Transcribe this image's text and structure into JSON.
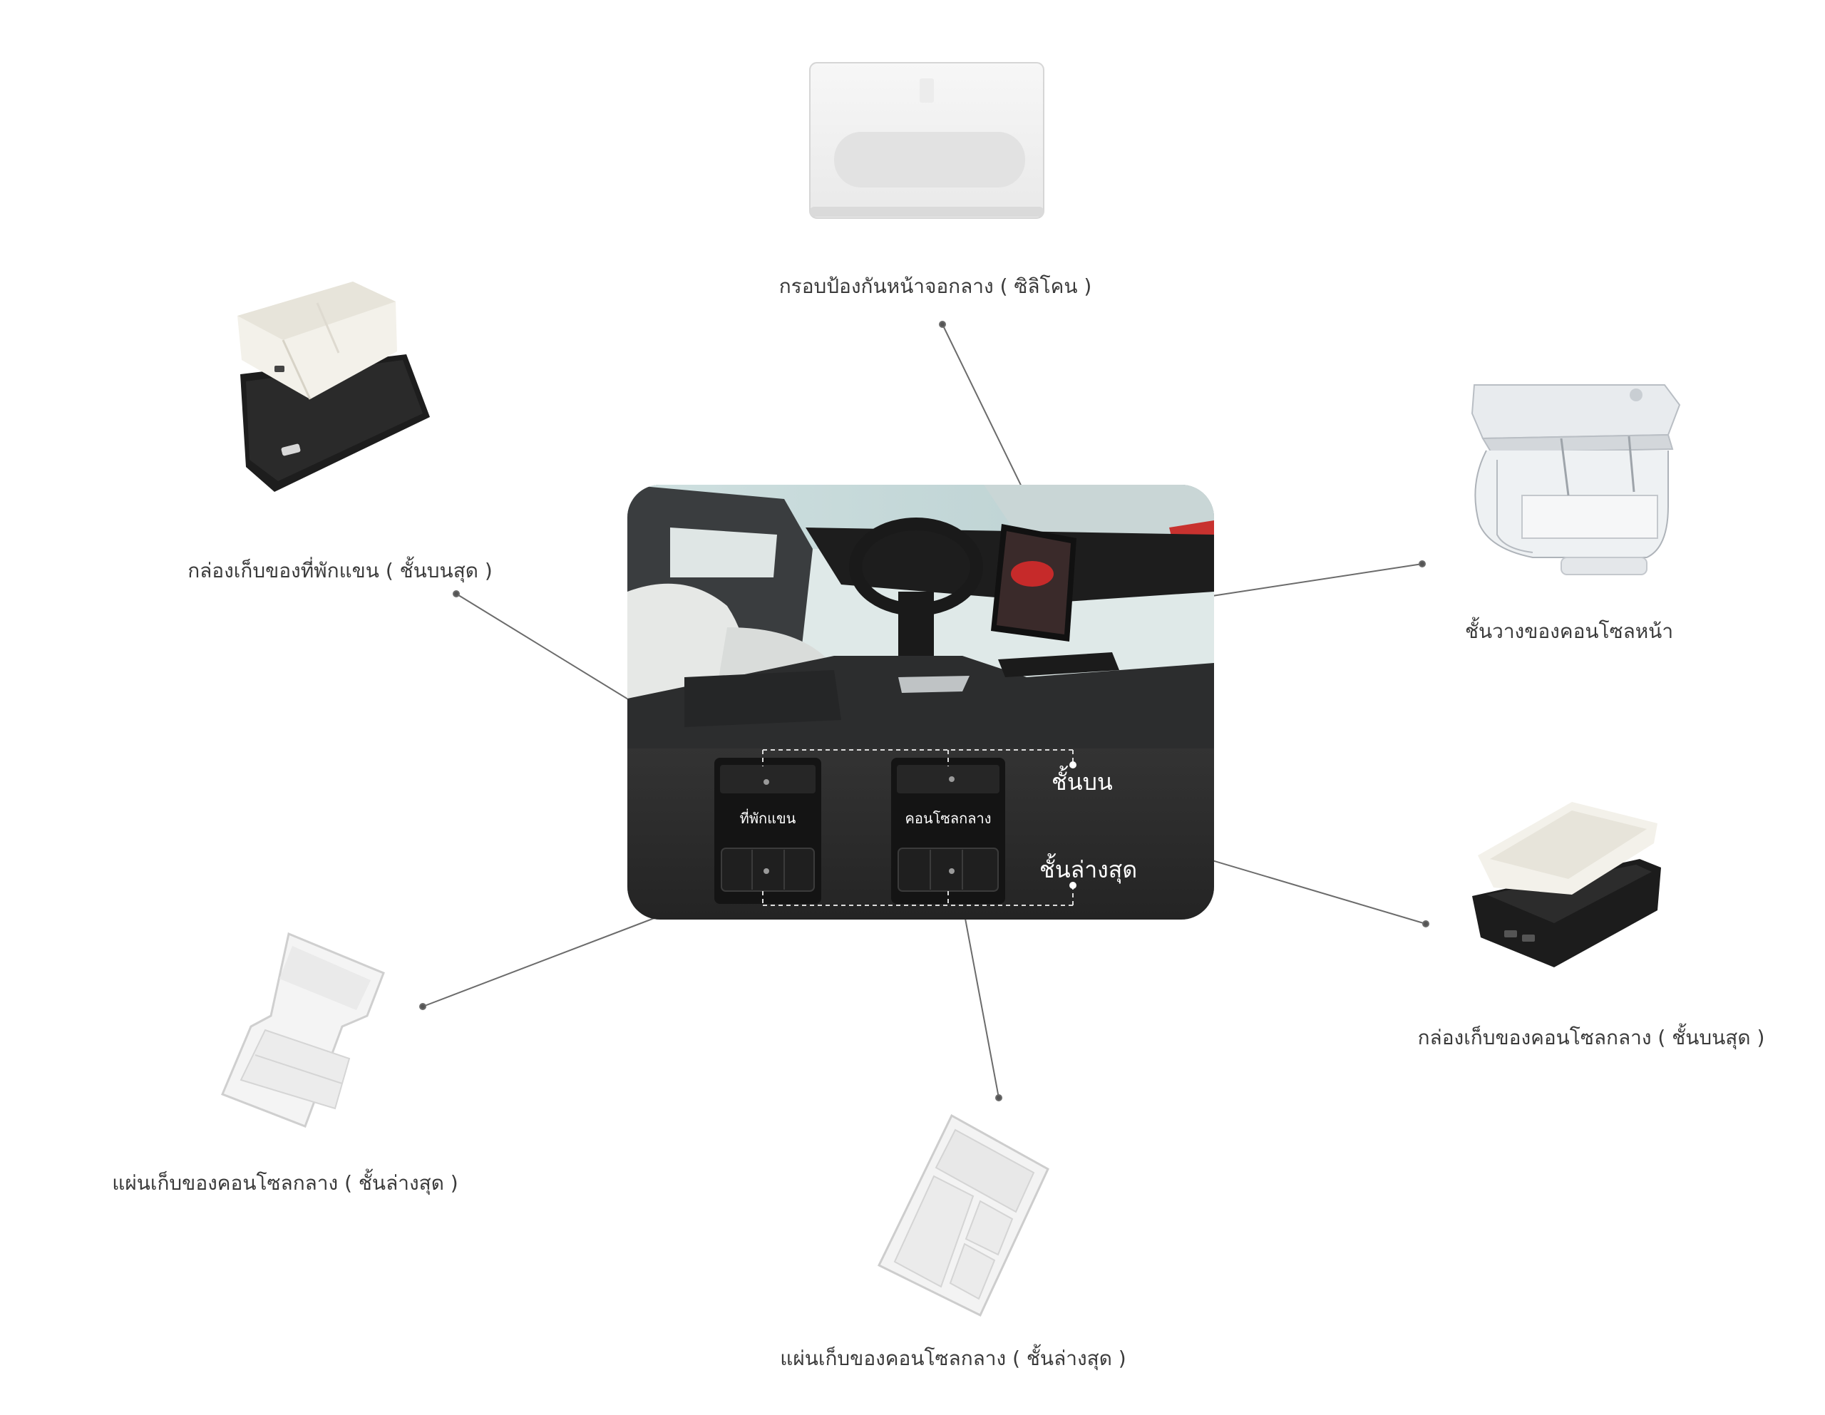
{
  "captions": {
    "screen_frame": "กรอบป้องกันหน้าจอกลาง ( ซิลิโคน )",
    "armrest_box_top": "กล่องเก็บของที่พักแขน ( ชั้นบนสุด )",
    "front_console_shelf": "ชั้นวางของคอนโซลหน้า",
    "center_console_box_top": "กล่องเก็บของคอนโซลกลาง ( ชั้นบนสุด )",
    "console_mat_bottom_left": "แผ่นเก็บของคอนโซลกลาง ( ชั้นล่างสุด )",
    "console_mat_bottom_center": "แผ่นเก็บของคอนโซลกลาง ( ชั้นล่างสุด )"
  },
  "photo": {
    "armrest_label": "ที่พักแขน",
    "console_label": "คอนโซลกลาง",
    "top_tier_label": "ชั้นบน",
    "bottom_tier_label": "ชั้นล่างสุด"
  },
  "colors": {
    "caption_text": "#3a3a3a",
    "leader_line": "#6b6b6b",
    "carpet": "#2b2b2b",
    "tray_white": "#f2f2f0",
    "tray_black": "#1c1c1c"
  },
  "icons": [
    "screen-frame-image",
    "armrest-box-image",
    "front-shelf-image",
    "console-box-image",
    "console-mat-image",
    "car-interior-photo"
  ]
}
